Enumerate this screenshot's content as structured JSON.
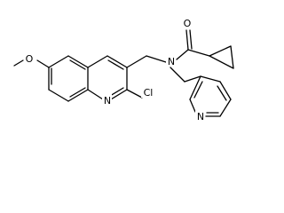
{
  "molecule": {
    "labels": {
      "methoxy_o": "O",
      "quinoline_n": "N",
      "chloro": "Cl",
      "amide_n": "N",
      "carbonyl_o": "O",
      "pyridine_n": "N"
    },
    "bond_color": "#000000",
    "background": "#ffffff"
  }
}
